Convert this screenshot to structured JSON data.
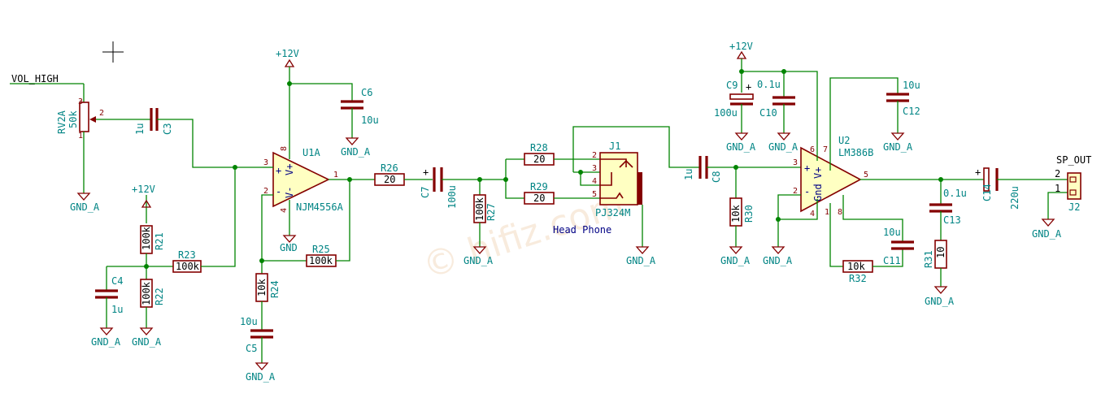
{
  "nets": {
    "vol_high": "VOL_HIGH",
    "sp_out": "SP_OUT",
    "head_phone": "Head Phone",
    "v12": "+12V",
    "gnd_a": "GND_A",
    "gnd": "GND"
  },
  "watermark": "© hifiz.com",
  "parts": {
    "rv2a": {
      "ref": "RV2A",
      "value": "50k",
      "pin1": "1",
      "pin2": "2",
      "pin3": "3"
    },
    "c3": {
      "ref": "C3",
      "value": "1u"
    },
    "c4": {
      "ref": "C4",
      "value": "1u"
    },
    "r21": {
      "ref": "R21",
      "value": "100k"
    },
    "r22": {
      "ref": "R22",
      "value": "100k"
    },
    "r23": {
      "ref": "R23",
      "value": "100k"
    },
    "u1a": {
      "ref": "U1A",
      "value": "NJM4556A",
      "pin_in_p": "3",
      "pin_in_n": "2",
      "pin_out": "1",
      "pin_vp": "8",
      "pin_vn": "4",
      "lbl_vp": "V+",
      "lbl_vn": "V-",
      "plus": "+",
      "minus": "-"
    },
    "c6": {
      "ref": "C6",
      "value": "10u"
    },
    "r24": {
      "ref": "R24",
      "value": "10k"
    },
    "c5": {
      "ref": "C5",
      "value": "10u"
    },
    "r25": {
      "ref": "R25",
      "value": "100k"
    },
    "r26": {
      "ref": "R26",
      "value": "20"
    },
    "c7": {
      "ref": "C7",
      "value": "100u",
      "plus": "+"
    },
    "r27": {
      "ref": "R27",
      "value": "100k"
    },
    "r28": {
      "ref": "R28",
      "value": "20"
    },
    "r29": {
      "ref": "R29",
      "value": "20"
    },
    "j1": {
      "ref": "J1",
      "value": "PJ324M",
      "pins": [
        "2",
        "3",
        "4",
        "5"
      ]
    },
    "c8": {
      "ref": "C8",
      "value": "1u"
    },
    "r30": {
      "ref": "R30",
      "value": "10k"
    },
    "c9": {
      "ref": "C9",
      "value": "100u",
      "plus": "+"
    },
    "c10": {
      "ref": "C10",
      "value": "0.1u"
    },
    "u2": {
      "ref": "U2",
      "value": "LM386B",
      "pins": [
        "3",
        "2",
        "5",
        "6",
        "4",
        "7",
        "1",
        "8"
      ],
      "lbl_gnd": "Gnd",
      "lbl_vp": "V+",
      "plus": "+",
      "minus": "-"
    },
    "c12": {
      "ref": "C12",
      "value": "10u"
    },
    "c11": {
      "ref": "C11",
      "value": "10u"
    },
    "r32": {
      "ref": "R32",
      "value": "10k"
    },
    "c13": {
      "ref": "C13",
      "value": "0.1u"
    },
    "r31": {
      "ref": "R31",
      "value": "10"
    },
    "c14": {
      "ref": "C14",
      "value": "220u",
      "plus": "+"
    },
    "j2": {
      "ref": "J2",
      "pin1": "1",
      "pin2": "2"
    }
  }
}
